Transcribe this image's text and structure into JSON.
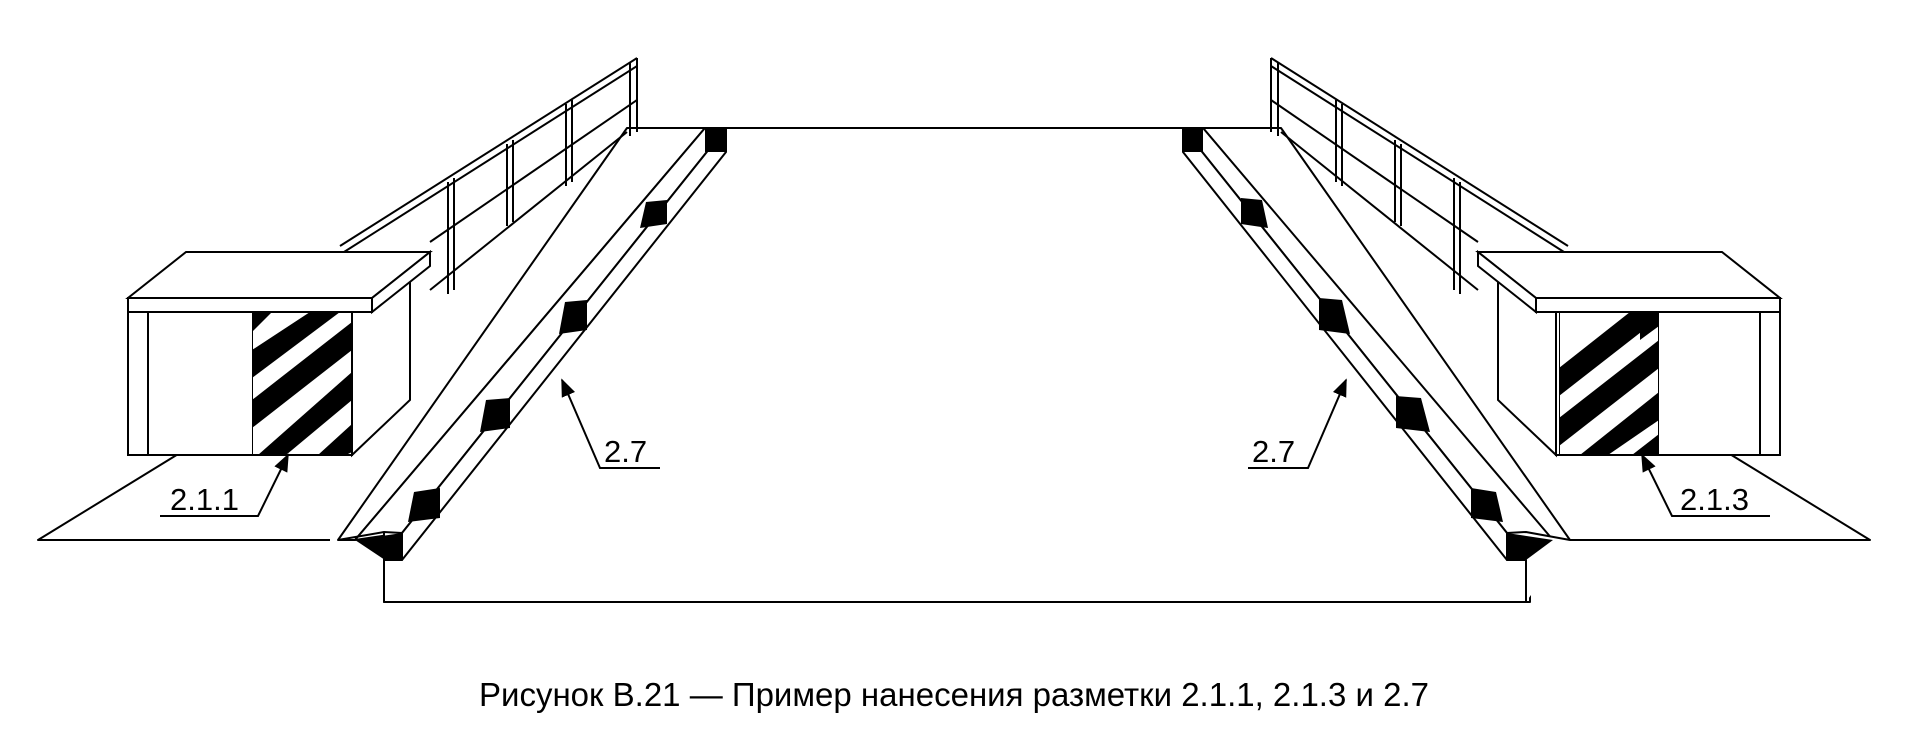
{
  "caption": "Рисунок В.21 — Пример нанесения разметки 2.1.1, 2.1.3 и 2.7",
  "callouts": {
    "left_abutment": "2.1.1",
    "left_curb": "2.7",
    "right_curb": "2.7",
    "right_abutment": "2.1.3"
  },
  "colors": {
    "ink": "#000000",
    "paper": "#ffffff"
  }
}
